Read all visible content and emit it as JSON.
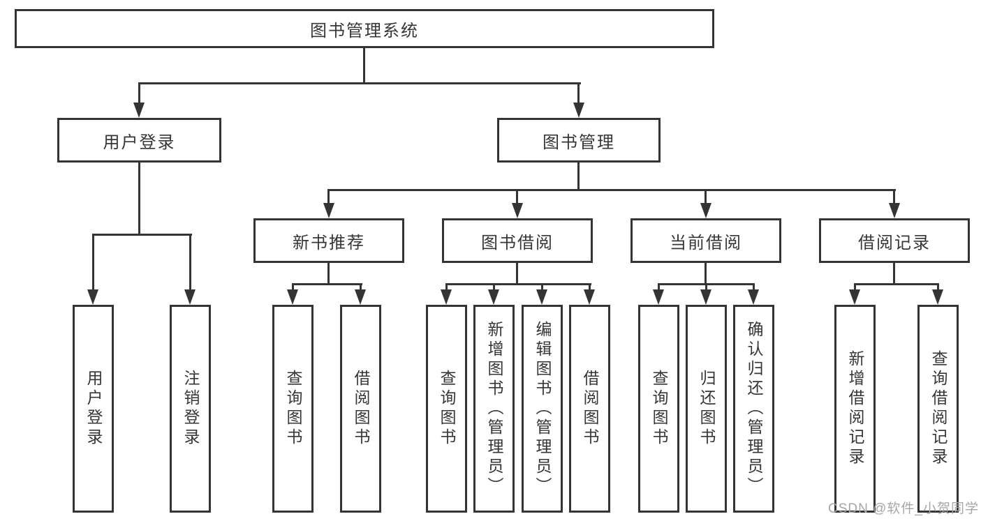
{
  "diagram_title": "图书管理系统",
  "watermark": "CSDN @软件_小贺同学",
  "colors": {
    "line": "#343434",
    "text": "#363636",
    "box_background": "#ffffff",
    "watermark": "#a6a6a6"
  },
  "nodes": {
    "root": {
      "label": "图书管理系统"
    },
    "user_login": {
      "label": "用户登录"
    },
    "book_mgmt": {
      "label": "图书管理"
    },
    "new_book_rec": {
      "label": "新书推荐"
    },
    "book_borrow": {
      "label": "图书借阅"
    },
    "current_borrow": {
      "label": "当前借阅"
    },
    "borrow_records": {
      "label": "借阅记录"
    },
    "leaf_user_login": {
      "label": "用户登录"
    },
    "leaf_logout": {
      "label": "注销登录"
    },
    "leaf_nbr_query": {
      "label": "查询图书"
    },
    "leaf_nbr_borrow": {
      "label": "借阅图书"
    },
    "leaf_bb_query": {
      "label": "查询图书"
    },
    "leaf_bb_add": {
      "label": "新增图书（管理员）"
    },
    "leaf_bb_edit": {
      "label": "编辑图书（管理员）"
    },
    "leaf_bb_borrow": {
      "label": "借阅图书"
    },
    "leaf_cb_query": {
      "label": "查询图书"
    },
    "leaf_cb_return": {
      "label": "归还图书"
    },
    "leaf_cb_confirm": {
      "label": "确认归还（管理员）"
    },
    "leaf_br_add": {
      "label": "新增借阅记录"
    },
    "leaf_br_query": {
      "label": "查询借阅记录"
    }
  },
  "hierarchy": {
    "图书管理系统": {
      "用户登录": [
        "用户登录",
        "注销登录"
      ],
      "图书管理": {
        "新书推荐": [
          "查询图书",
          "借阅图书"
        ],
        "图书借阅": [
          "查询图书",
          "新增图书（管理员）",
          "编辑图书（管理员）",
          "借阅图书"
        ],
        "当前借阅": [
          "查询图书",
          "归还图书",
          "确认归还（管理员）"
        ],
        "借阅记录": [
          "新增借阅记录",
          "查询借阅记录"
        ]
      }
    }
  }
}
